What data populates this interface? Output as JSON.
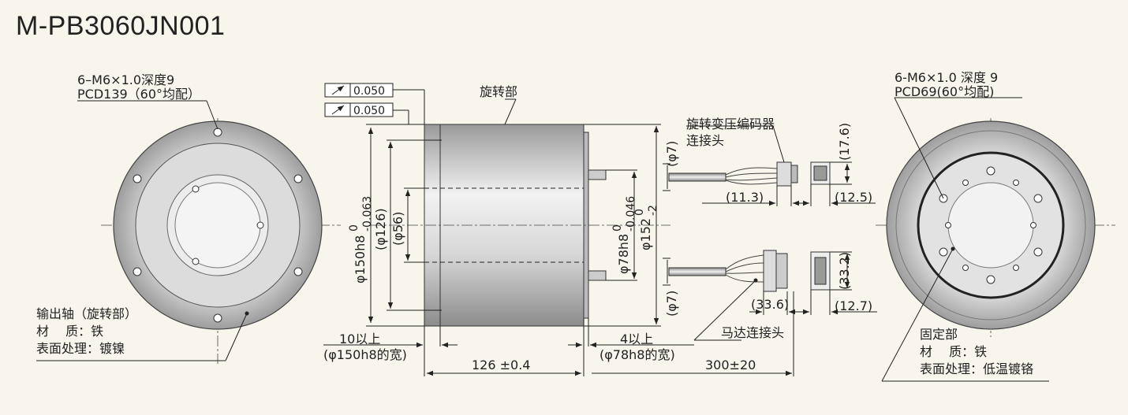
{
  "title": "M-PB3060JN001",
  "left_view": {
    "hole_spec_1": "6–M6×1.0深度9",
    "hole_spec_2": "PCD139（60°均配）",
    "part_1": "输出轴（旋转部）",
    "material_1": "材　 质：铁",
    "surface_1": "表面处理：镀镍"
  },
  "side_view": {
    "tol_1": "0.050",
    "tol_2": "0.050",
    "rotating_part": "旋转部",
    "d150": "φ150h8",
    "d150_tol_top": "0",
    "d150_tol_bot": "-0.063",
    "d126": "(φ126)",
    "d56": "(φ56)",
    "d78": "φ78h8",
    "d78_tol_top": "0",
    "d78_tol_bot": "-0.046",
    "d152": "φ152",
    "d152_tol_top": "0",
    "d152_tol_bot": "-2",
    "min_10": "10以上",
    "min_10_note": "(φ150h8的宽)",
    "length": "126 ±0.4",
    "min_4": "4以上",
    "min_4_note": "(φ78h8的宽)"
  },
  "connectors": {
    "encoder_label_1": "旋转变压编码器",
    "encoder_label_2": "连接头",
    "d7_top": "(φ7)",
    "d7_bottom": "(φ7)",
    "len_11_3": "(11.3)",
    "h_17_6": "(17.6)",
    "w_12_5": "(12.5)",
    "len_33_6": "(33.6)",
    "h_33_2": "(33.2)",
    "w_12_7": "(12.7)",
    "motor_label": "马达连接头",
    "cable_len": "300±20"
  },
  "right_view": {
    "hole_spec_1": "6-M6×1.0 深度 9",
    "hole_spec_2": "PCD69(60°均配)",
    "part_2": "固定部",
    "material_2": "材　 质：铁",
    "surface_2": "表面处理：低温镀铬"
  }
}
